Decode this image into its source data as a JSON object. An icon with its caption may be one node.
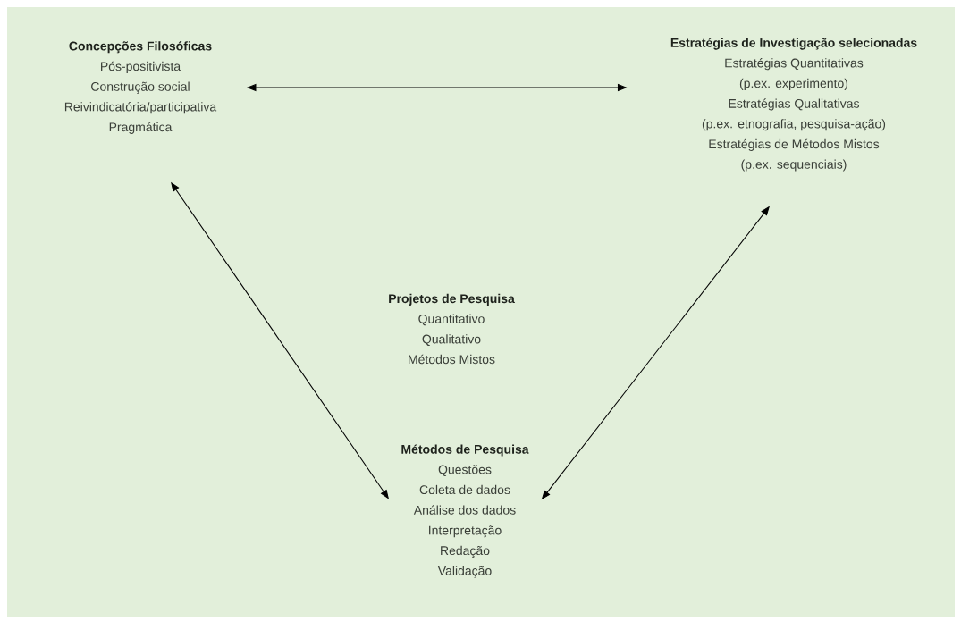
{
  "diagram": {
    "nodes": [
      {
        "text": [
          "Concepções Filosóficas",
          "Pós-positivista",
          "Construção social",
          "Reivindicatória/participativa",
          "Pragmática"
        ]
      },
      {
        "text": [
          "Estratégias de Investigação selecionadas",
          "Estratégias Quantitativas",
          "(p.ex. experimento)",
          "Estratégias Qualitativas",
          "(p.ex. etnografia, pesquisa-ação)",
          "Estratégias de Métodos Mistos",
          "(p.ex. sequenciais)"
        ]
      },
      {
        "text": [
          "Projetos de Pesquisa",
          "Quantitativo",
          "Qualitativo",
          "Métodos Mistos"
        ]
      },
      {
        "text": [
          "Métodos de Pesquisa",
          "Questões",
          "Coleta de dados",
          "Análise dos dados",
          "Interpretação",
          "Redação",
          "Validação"
        ]
      }
    ],
    "edges": [
      {
        "from": 0,
        "to": 1,
        "arrow": "both"
      },
      {
        "from": 0,
        "to": 3,
        "arrow": "both"
      },
      {
        "from": 1,
        "to": 3,
        "arrow": "both"
      }
    ]
  }
}
